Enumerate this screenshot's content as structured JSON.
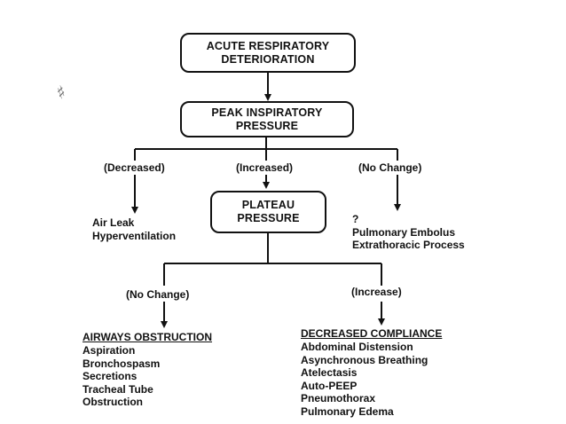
{
  "boxes": {
    "acute": "ACUTE RESPIRATORY\nDETERIORATION",
    "peak": "PEAK INSPIRATORY\nPRESSURE",
    "plateau": "PLATEAU\nPRESSURE"
  },
  "branches": {
    "decreased": "(Decreased)",
    "increased": "(Increased)",
    "no_change": "(No Change)",
    "plateau_no_change": "(No Change)",
    "plateau_increase": "(Increase)"
  },
  "decreased_causes": [
    "Air Leak",
    "Hyperventilation"
  ],
  "no_change_causes": [
    "?",
    "Pulmonary Embolus",
    "Extrathoracic Process"
  ],
  "airways": {
    "heading": "AIRWAYS OBSTRUCTION",
    "items": [
      "Aspiration",
      "Bronchospasm",
      "Secretions",
      "Tracheal Tube",
      "Obstruction"
    ]
  },
  "compliance": {
    "heading": "DECREASED COMPLIANCE",
    "items": [
      "Abdominal Distension",
      "Asynchronous Breathing",
      "Atelectasis",
      "Auto-PEEP",
      "Pneumothorax",
      "Pulmonary Edema"
    ]
  }
}
